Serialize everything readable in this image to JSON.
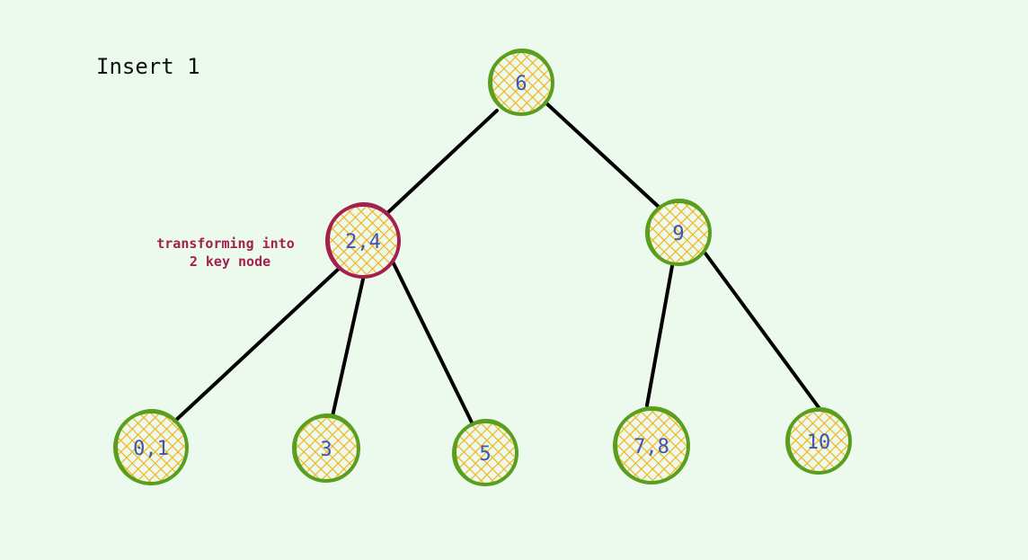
{
  "caption": "Insert 1",
  "annotation": {
    "line1": "transforming into",
    "line2": "2 key node"
  },
  "colors": {
    "background": "#ebfaed",
    "node_stroke": "#5a9e1e",
    "node_hatch": "#f4b21c",
    "highlight_stroke": "#a4204e",
    "label": "#3d55b8",
    "edge": "#000000",
    "annotation": "#a4204e"
  },
  "tree": {
    "root": {
      "keys": "6"
    },
    "level1": [
      {
        "keys": "2,4",
        "highlighted": true
      },
      {
        "keys": "9",
        "highlighted": false
      }
    ],
    "level2": [
      {
        "keys": "0,1"
      },
      {
        "keys": "3"
      },
      {
        "keys": "5"
      },
      {
        "keys": "7,8"
      },
      {
        "keys": "10"
      }
    ]
  }
}
